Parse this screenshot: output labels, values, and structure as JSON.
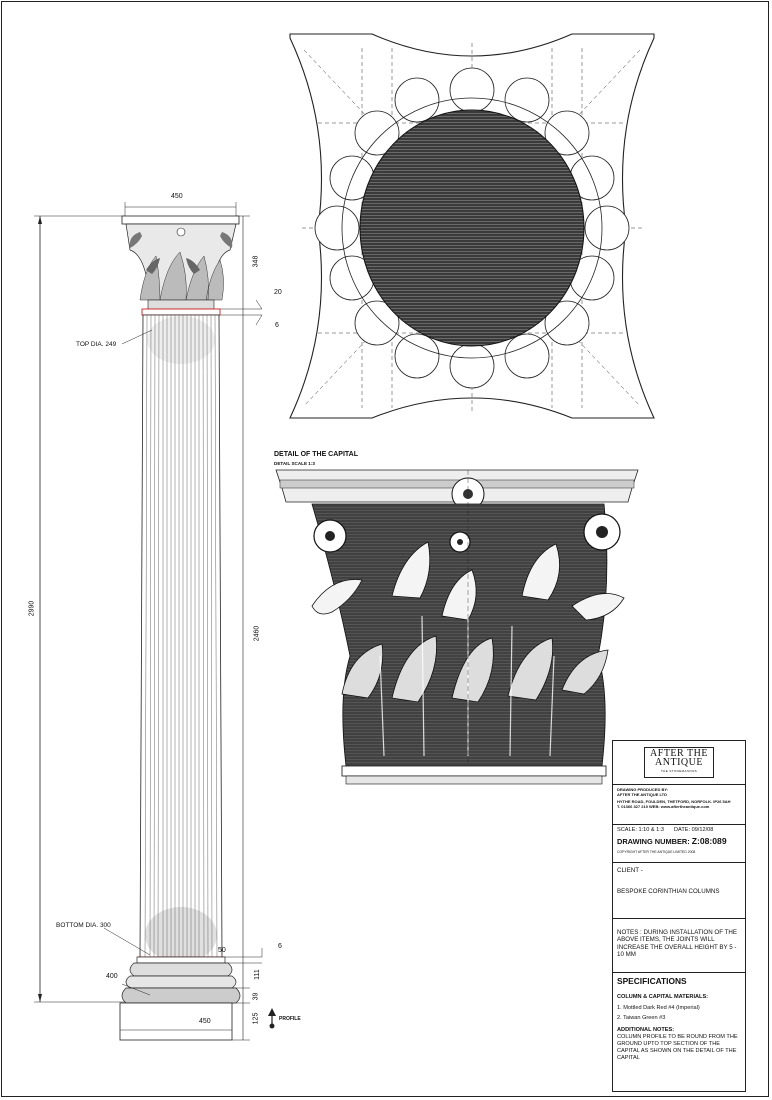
{
  "dimensions": {
    "capital_width": "450",
    "capital_height": "348",
    "astragal": "20",
    "fillet_top": "6",
    "top_dia": "TOP DIA. 249",
    "overall_height": "2990",
    "shaft_height": "2460",
    "bottom_dia": "BOTTOM DIA. 300",
    "base_fillet": "50",
    "fillet_bottom": "6",
    "base_height": "111",
    "base_width": "400",
    "plinth_step": "39",
    "plinth_height": "125",
    "plinth_width": "450",
    "profile_label": "PROFILE"
  },
  "detail": {
    "title": "DETAIL OF THE CAPITAL",
    "scale": "DETAIL SCALE 1:3"
  },
  "title_block": {
    "logo_line1": "AFTER THE",
    "logo_line2": "ANTIQUE",
    "logo_tagline": "THE STONEMASONS",
    "drawing_produced_by": "DRAWING PRODUCED BY:",
    "company": "AFTER THE ANTIQUE LTD",
    "address": "HYTHE ROAD, FOULDEN, THETFORD, NORFOLK. IP26 5AH",
    "contact": "T. 01366 327 210  WEB: www.aftertheantique.com",
    "scale": "SCALE: 1:10 & 1:3",
    "date": "DATE: 09/12/08",
    "drawing_number_label": "DRAWING NUMBER:",
    "drawing_number": "Z:08:089",
    "copyright": "COPYRIGHT AFTER THE ANTIQUE LIMITED 2008",
    "client": "CLIENT -",
    "project": "BESPOKE CORINTHIAN COLUMNS",
    "notes": "NOTES : DURING INSTALLATION OF THE ABOVE ITEMS, THE JOINTS WILL INCREASE THE OVERALL HEIGHT BY 5 - 10 MM",
    "specifications": "SPECIFICATIONS",
    "materials_heading": "COLUMN & CAPITAL MATERIALS:",
    "material_1": "1. Mottled Dark Red #4 (Imperial)",
    "material_2": "2. Taiwan Green #3",
    "additional_heading": "ADDITIONAL NOTES:",
    "additional_notes": "COLUMN PROFILE TO BE ROUND FROM THE GROUND UPTO TOP SECTION OF THE CAPITAL AS SHOWN ON THE DETAIL OF THE CAPITAL"
  },
  "colors": {
    "ink": "#111111",
    "highlight": "#cc2222"
  }
}
